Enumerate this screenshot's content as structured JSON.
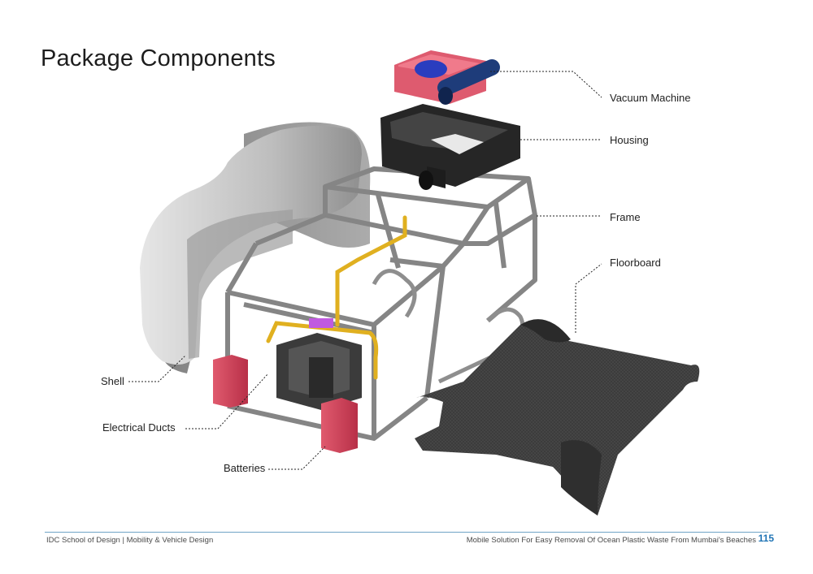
{
  "page": {
    "title": "Package Components"
  },
  "labels": {
    "vacuum_machine": "Vacuum Machine",
    "housing": "Housing",
    "frame": "Frame",
    "floorboard": "Floorboard",
    "shell": "Shell",
    "electrical_ducts": "Electrical Ducts",
    "batteries": "Batteries"
  },
  "footer": {
    "left": "IDC School of Design | Mobility & Vehicle Design",
    "right": "Mobile Solution For Easy Removal Of Ocean Plastic Waste From Mumbai's Beaches",
    "page_number": "115"
  },
  "colors": {
    "accent": "#1f74b5",
    "footer_rule": "#6fa3c6",
    "shell": "#c8c8c8",
    "frame": "#8a8a8a",
    "housing": "#2e2e2e",
    "vacuum_body": "#e0586e",
    "vacuum_tube": "#1e3c7a",
    "ducts": "#e0b020",
    "batteries": "#d9415a",
    "floorboard": "#3a3a3a"
  }
}
